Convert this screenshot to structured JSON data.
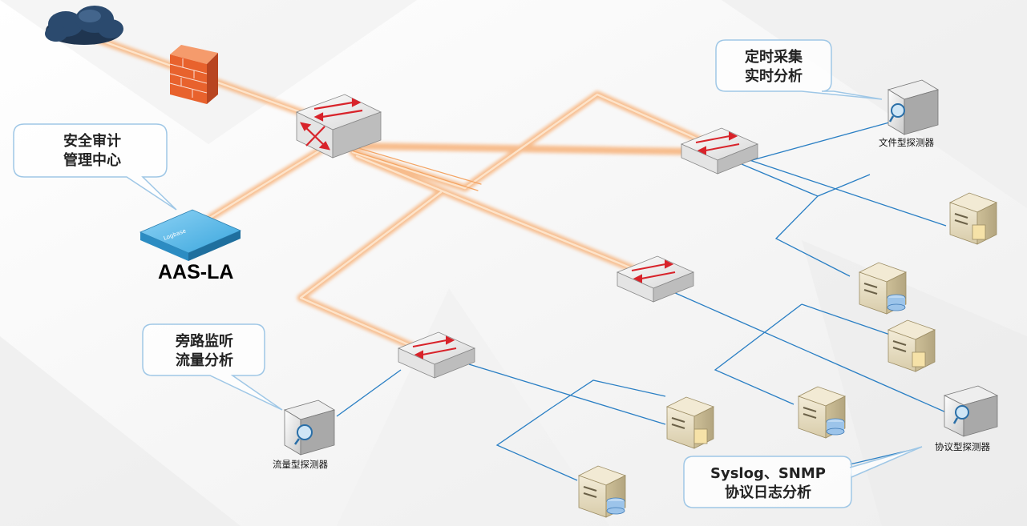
{
  "callouts": {
    "audit_center": "安全审计\n管理中心",
    "file_probe": "定时采集\n实时分析",
    "traffic_probe": "旁路监听\n流量分析",
    "syslog": "Syslog、SNMP\n协议日志分析"
  },
  "labels": {
    "aas_la": "AAS-LA",
    "logbase": "Logbase",
    "file_probe": "文件型探测器",
    "traffic_probe": "流量型探测器",
    "protocol_probe": "协议型探测器"
  },
  "colors": {
    "backbone": "#f7b27a",
    "backbone_core": "#fde3c9",
    "lan": "#2a7fc4",
    "callout_border": "#9fc7e6",
    "appliance": "#3aa6dd"
  }
}
